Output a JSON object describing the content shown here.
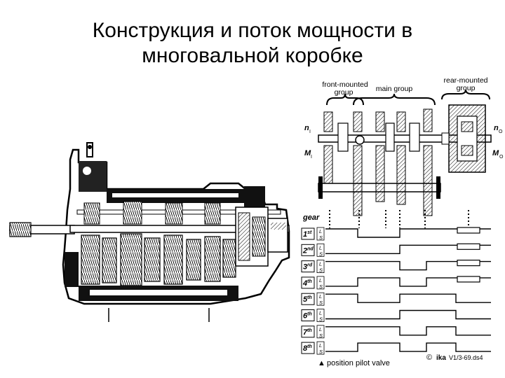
{
  "slide": {
    "title_line1": "Конструкция и поток мощности в",
    "title_line2": "многовальной коробке"
  },
  "schematic": {
    "front_group": "front-mounted",
    "front_group2": "group",
    "main_group": "main group",
    "rear_group": "rear-mounted",
    "rear_group2": "group",
    "n_in": "n",
    "n_in_sub": "I",
    "m_in": "M",
    "m_in_sub": "I",
    "n_out": "n",
    "n_out_sub": "O",
    "m_out": "M",
    "m_out_sub": "O"
  },
  "shift_table": {
    "header": "gear",
    "gears": [
      {
        "num": "1",
        "suf": "st",
        "shift": [
          1,
          0,
          1,
          1,
          1
        ]
      },
      {
        "num": "2",
        "suf": "nd",
        "shift": [
          0,
          0,
          1,
          1,
          1
        ]
      },
      {
        "num": "3",
        "suf": "rd",
        "shift": [
          1,
          1,
          0,
          1,
          1
        ]
      },
      {
        "num": "4",
        "suf": "th",
        "shift": [
          0,
          1,
          0,
          1,
          1
        ]
      },
      {
        "num": "5",
        "suf": "th",
        "shift": [
          1,
          0,
          1,
          1,
          0
        ]
      },
      {
        "num": "6",
        "suf": "th",
        "shift": [
          0,
          0,
          1,
          1,
          0
        ]
      },
      {
        "num": "7",
        "suf": "th",
        "shift": [
          1,
          1,
          0,
          1,
          0
        ]
      },
      {
        "num": "8",
        "suf": "th",
        "shift": [
          0,
          1,
          0,
          1,
          0
        ]
      }
    ],
    "row_l": "L",
    "row_s": "S",
    "legend": "position pilot valve",
    "copyright_symbol": "©",
    "brand": "ika",
    "code": "V1/3-69.ds4"
  }
}
